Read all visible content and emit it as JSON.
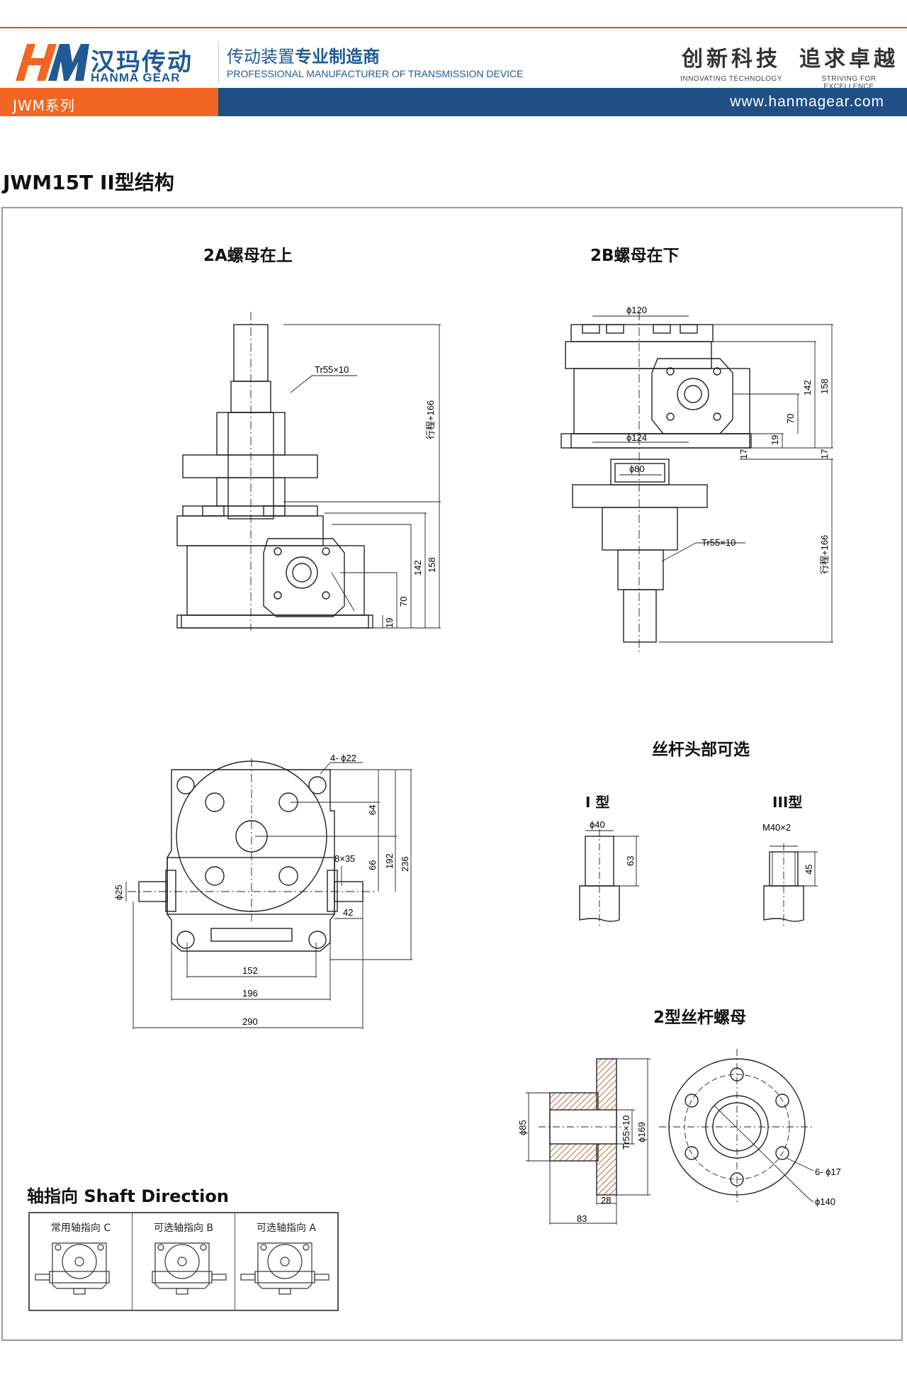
{
  "header": {
    "brand_cn": "汉玛传动",
    "brand_en": "HANMA GEAR",
    "tagline_cn_plain": "传动装置",
    "tagline_cn_bold": "专业制造商",
    "tagline_en": "PROFESSIONAL MANUFACTURER OF TRANSMISSION DEVICE",
    "slogan1_cn": "创新科技",
    "slogan1_en": "INNOVATING TECHNOLOGY",
    "slogan2_cn": "追求卓越",
    "slogan2_en": "STRIVING FOR EXCELLENCE",
    "series": "JWM系列",
    "website": "www.hanmagear.com",
    "colors": {
      "orange": "#f26522",
      "navy": "#1f4f85",
      "brand_blue": "#1f5a96"
    }
  },
  "page_title": "JWM15T II型结构",
  "views": {
    "view_2a_title": "2A螺母在上",
    "view_2b_title": "2B螺母在下",
    "head_options_title": "丝杆头部可选",
    "type1_title": "I 型",
    "type3_title": "III型",
    "nut_title": "2型丝杆螺母"
  },
  "dims_2a": {
    "thread": "Tr55×10",
    "stroke": "行程+166",
    "h158": "158",
    "h142": "142",
    "h70": "70",
    "h19": "19"
  },
  "dims_2b": {
    "d120": "ϕ120",
    "d124": "ϕ124",
    "d80": "ϕ80",
    "thread": "Tr55×10",
    "stroke": "行程+166",
    "h158": "158",
    "h142": "142",
    "h70": "70",
    "h19": "19",
    "h17a": "17",
    "h17b": "17"
  },
  "dims_plan": {
    "holes": "4- ϕ22",
    "key": "8×35",
    "shaft_d": "ϕ25",
    "v64": "64",
    "v66": "66",
    "v192": "192",
    "v236": "236",
    "h42": "42",
    "h152": "152",
    "h196": "196",
    "h290": "290"
  },
  "dims_head": {
    "t1_d": "ϕ40",
    "t1_h": "63",
    "t3_thread": "M40×2",
    "t3_h": "45"
  },
  "dims_nut": {
    "d85": "ϕ85",
    "tr": "Tr55×10",
    "d169": "ϕ169",
    "w28": "28",
    "w83": "83",
    "holes": "6- ϕ17",
    "d140": "ϕ140"
  },
  "shaft_direction": {
    "title": "轴指向 Shaft Direction",
    "cells": [
      "常用轴指向 C",
      "可选轴指向 B",
      "可选轴指向 A"
    ]
  }
}
